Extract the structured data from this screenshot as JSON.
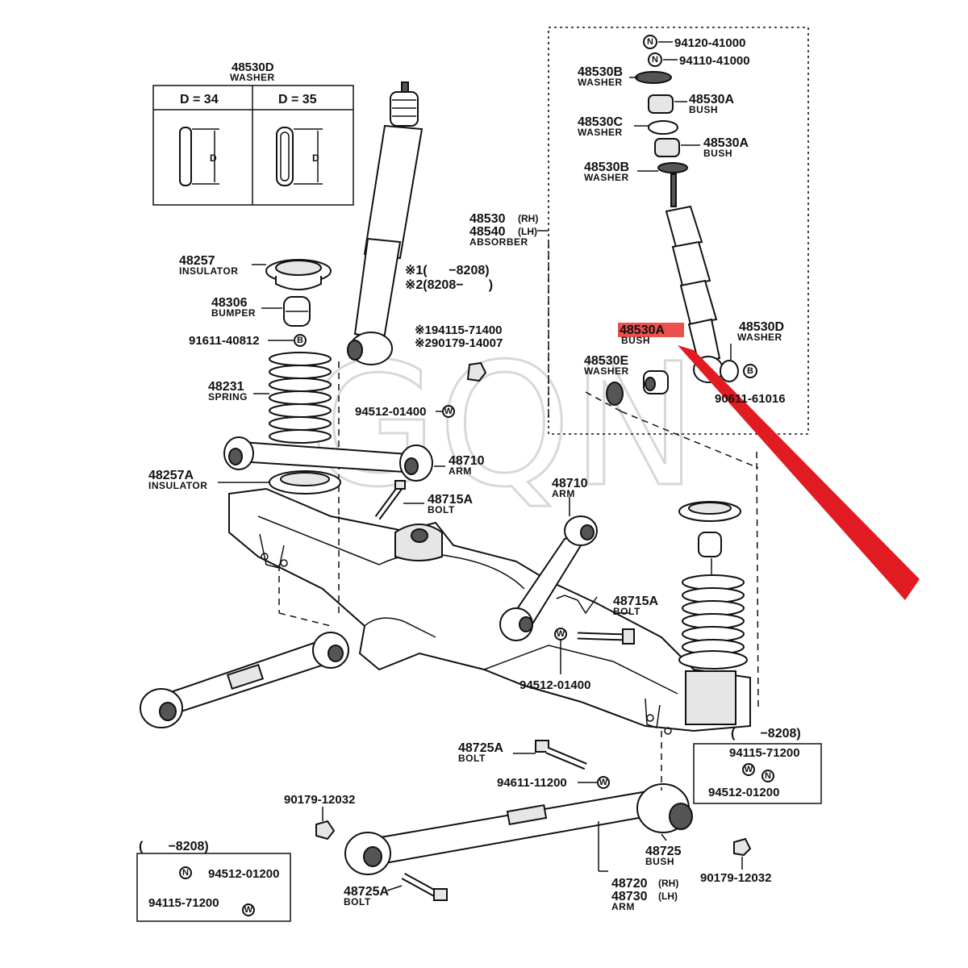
{
  "watermark": "GQN",
  "washer_table": {
    "part_no": "48530D",
    "name": "WASHER",
    "col1": "D = 34",
    "col2": "D = 35",
    "dim": "D"
  },
  "labels": {
    "p94120": "94120-41000",
    "p94110": "94110-41000",
    "p48530B_top": "48530B",
    "p48530B_top_name": "WASHER",
    "p48530A_1": "48530A",
    "p48530A_1_name": "BUSH",
    "p48530C": "48530C",
    "p48530C_name": "WASHER",
    "p48530A_2": "48530A",
    "p48530A_2_name": "BUSH",
    "p48530B_2": "48530B",
    "p48530B_2_name": "WASHER",
    "abs_rh": "48530",
    "abs_rh_side": "(RH)",
    "abs_lh": "48540",
    "abs_lh_side": "(LH)",
    "abs_name": "ABSORBER",
    "note1": "※1(      −8208)",
    "note2": "※2(8208−       )",
    "p48530A_hl": "48530A",
    "p48530A_hl_name": "BUSH",
    "p48530D_b": "48530D",
    "p48530D_b_name": "WASHER",
    "p48530E": "48530E",
    "p48530E_name": "WASHER",
    "p90611": "90611-61016",
    "p48257": "48257",
    "p48257_name": "INSULATOR",
    "p48306": "48306",
    "p48306_name": "BUMPER",
    "p91611": "91611-40812",
    "p194115": "※194115-71400",
    "p290179": "※290179-14007",
    "p48231": "48231",
    "p48231_name": "SPRING",
    "p94512_a": "94512-01400",
    "p48710_a": "48710",
    "p48710_a_name": "ARM",
    "p48257A": "48257A",
    "p48257A_name": "INSULATOR",
    "p48715A_a": "48715A",
    "p48715A_a_name": "BOLT",
    "p48710_b": "48710",
    "p48710_b_name": "ARM",
    "p48715A_b": "48715A",
    "p48715A_b_name": "BOLT",
    "p94512_b": "94512-01400",
    "box_r_head": "(       −8208)",
    "box_r_p1": "94115-71200",
    "box_r_p2": "94512-01200",
    "p48725A_a": "48725A",
    "p48725A_a_name": "BOLT",
    "p94611": "94611-11200",
    "p90179_a": "90179-12032",
    "p48725": "48725",
    "p48725_name": "BUSH",
    "p48720": "48720",
    "p48720_side": "(RH)",
    "p48730": "48730",
    "p48730_side": "(LH)",
    "p48720_name": "ARM",
    "p90179_b": "90179-12032",
    "box_l_head": "(       −8208)",
    "box_l_p1": "94512-01200",
    "box_l_p2": "94115-71200",
    "p48725A_b": "48725A",
    "p48725A_b_name": "BOLT"
  },
  "circle_marks": {
    "n": "N",
    "b": "B",
    "w": "W"
  },
  "colors": {
    "highlight": "#e8322f",
    "arrow": "#e11b22",
    "ink": "#111111"
  }
}
